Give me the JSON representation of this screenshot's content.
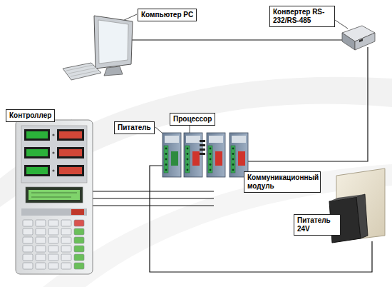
{
  "diagram": {
    "nodes": [
      {
        "text": [
          "Компьютер PC"
        ]
      },
      {
        "text": [
          "Конвертер RS-232/RS-485"
        ]
      },
      {
        "text": [
          "Контроллер"
        ]
      },
      {
        "text": [
          "Питатель"
        ]
      },
      {
        "text": [
          "Процессор"
        ]
      },
      {
        "text": [
          "Коммуникационный модуль"
        ]
      },
      {
        "text": [
          "Питатель 24V"
        ]
      }
    ]
  }
}
